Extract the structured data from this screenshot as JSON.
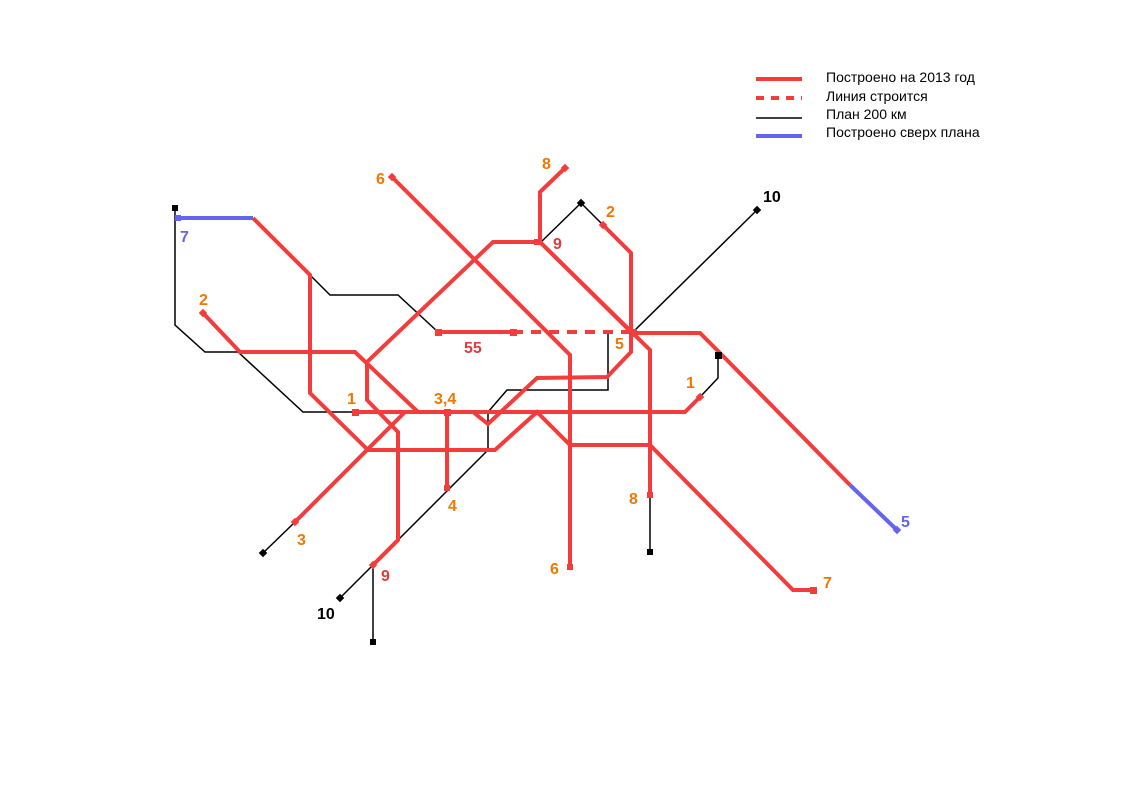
{
  "colors": {
    "built": "#f43c3c",
    "plan": "#000000",
    "extra": "#6464f0",
    "label_orange": "#f07800",
    "label_red": "#e03c3c"
  },
  "legend": [
    {
      "style": "solid-red",
      "label": "Построено на 2013 год"
    },
    {
      "style": "dashed-red",
      "label": "Линия строится"
    },
    {
      "style": "thin-black",
      "label": "План 200 км"
    },
    {
      "style": "solid-blue",
      "label": "Построено сверх плана"
    }
  ],
  "labels": {
    "l8n": "8",
    "l6n": "6",
    "l2ne": "2",
    "l9n": "9",
    "l10ne": "10",
    "l7w": "7",
    "l2w": "2",
    "l55": "55",
    "l5c": "5",
    "l1w": "1",
    "l34": "3,4",
    "l1e": "1",
    "l8s": "8",
    "l4s": "4",
    "l3s": "3",
    "l5se": "5",
    "l9s": "9",
    "l6s": "6",
    "l7se": "7",
    "l10sw": "10"
  }
}
